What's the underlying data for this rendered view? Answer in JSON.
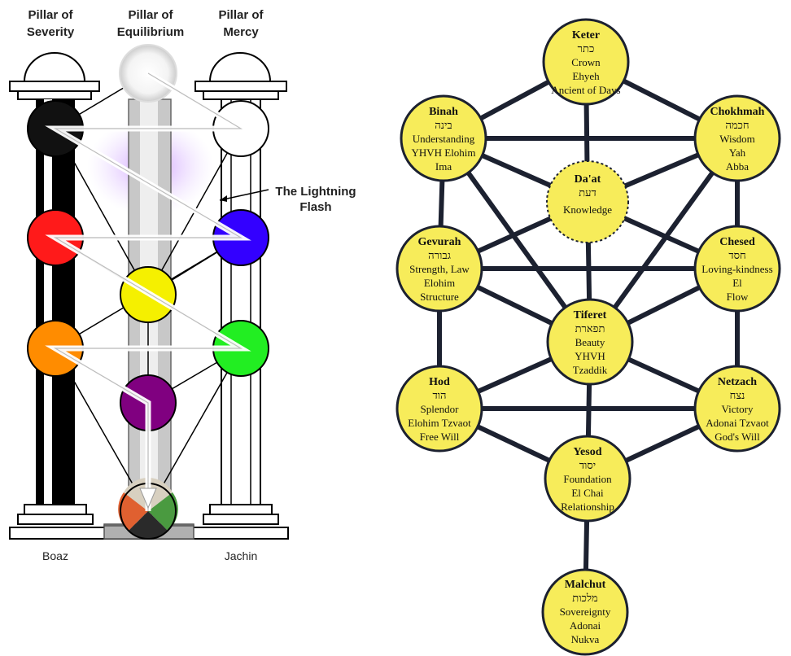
{
  "left": {
    "pillars": [
      {
        "line1": "Pillar of",
        "line2": "Severity"
      },
      {
        "line1": "Pillar of",
        "line2": "Equilibrium"
      },
      {
        "line1": "Pillar of",
        "line2": "Mercy"
      }
    ],
    "annotation": {
      "line1": "The Lightning",
      "line2": "Flash"
    },
    "footer": {
      "left": "Boaz",
      "right": "Jachin"
    },
    "sphere_colors": [
      "#ffffff",
      "#111111",
      "#ffffff",
      "#ff1a1a",
      "#3300ff",
      "#f5f000",
      "#ff8c00",
      "#22ee22",
      "#800080",
      "#e06030",
      "#4a9a40",
      "#2a2a2a",
      "#d8d0c0"
    ]
  },
  "right": {
    "node_color": "#f7ec5a",
    "sephirot": [
      {
        "name": "Keter",
        "hebrew": "כתר",
        "lines": [
          "Crown",
          "Ehyeh",
          "Ancient of Days"
        ]
      },
      {
        "name": "Binah",
        "hebrew": "בינה",
        "lines": [
          "Understanding",
          "YHVH Elohim",
          "Ima"
        ]
      },
      {
        "name": "Chokhmah",
        "hebrew": "חכמה",
        "lines": [
          "Wisdom",
          "Yah",
          "Abba"
        ]
      },
      {
        "name": "Da'at",
        "hebrew": "דעת",
        "lines": [
          "Knowledge"
        ]
      },
      {
        "name": "Gevurah",
        "hebrew": "גבורה",
        "lines": [
          "Strength, Law",
          "Elohim",
          "Structure"
        ]
      },
      {
        "name": "Chesed",
        "hebrew": "חסד",
        "lines": [
          "Loving-kindness",
          "El",
          "Flow"
        ]
      },
      {
        "name": "Tiferet",
        "hebrew": "תפארת",
        "lines": [
          "Beauty",
          "YHVH",
          "Tzaddik"
        ]
      },
      {
        "name": "Hod",
        "hebrew": "הוד",
        "lines": [
          "Splendor",
          "Elohim Tzvaot",
          "Free Will"
        ]
      },
      {
        "name": "Netzach",
        "hebrew": "נצח",
        "lines": [
          "Victory",
          "Adonai Tzvaot",
          "God's Will"
        ]
      },
      {
        "name": "Yesod",
        "hebrew": "יסוד",
        "lines": [
          "Foundation",
          "El Chai",
          "Relationship"
        ]
      },
      {
        "name": "Malchut",
        "hebrew": "מלכות",
        "lines": [
          "Sovereignty",
          "Adonai",
          "Nukva"
        ]
      }
    ]
  }
}
